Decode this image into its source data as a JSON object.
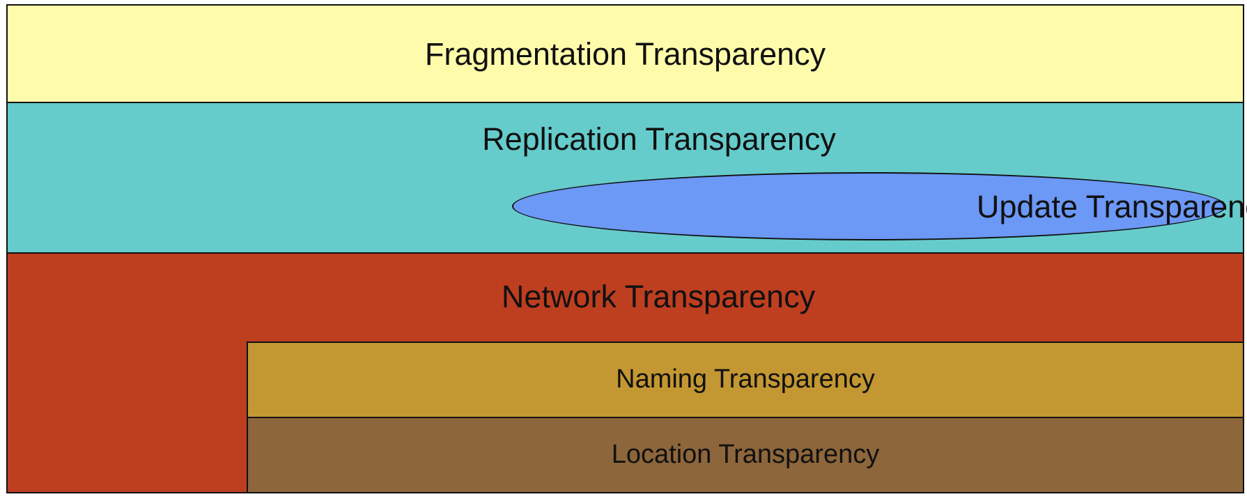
{
  "diagram": {
    "layers": {
      "fragmentation": {
        "label": "Fragmentation Transparency",
        "color": "#fefcab"
      },
      "replication": {
        "label": "Replication Transparency",
        "color": "#66cbcb"
      },
      "update": {
        "label": "Update Transparency",
        "color": "#6c98f6"
      },
      "network": {
        "label": "Network Transparency",
        "color": "#be3e20"
      },
      "naming": {
        "label": "Naming Transparency",
        "color": "#c39732"
      },
      "location": {
        "label": "Location Transparency",
        "color": "#8d663b"
      }
    }
  }
}
